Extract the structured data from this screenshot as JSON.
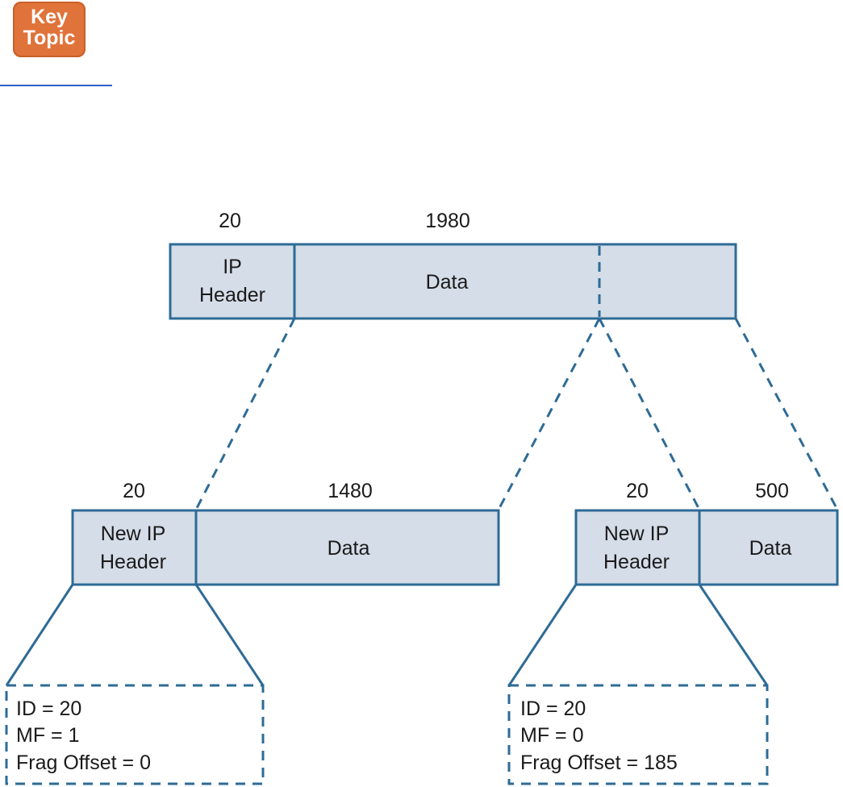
{
  "badge": {
    "line1": "Key",
    "line2": "Topic"
  },
  "colors": {
    "box_fill": "#d4dde8",
    "box_stroke": "#2e6b96",
    "badge": "#e0733a",
    "rule": "#2f5fc4"
  },
  "original_packet": {
    "header_size": "20",
    "data_size": "1980",
    "header_line1": "IP",
    "header_line2": "Header",
    "data_label": "Data"
  },
  "fragment_1": {
    "header_size": "20",
    "data_size": "1480",
    "header_line1": "New IP",
    "header_line2": "Header",
    "data_label": "Data",
    "fields": {
      "id": "ID = 20",
      "mf": "MF = 1",
      "offset": "Frag Offset = 0"
    }
  },
  "fragment_2": {
    "header_size": "20",
    "data_size": "500",
    "header_line1": "New IP",
    "header_line2": "Header",
    "data_label": "Data",
    "fields": {
      "id": "ID = 20",
      "mf": "MF = 0",
      "offset": "Frag Offset = 185"
    }
  }
}
